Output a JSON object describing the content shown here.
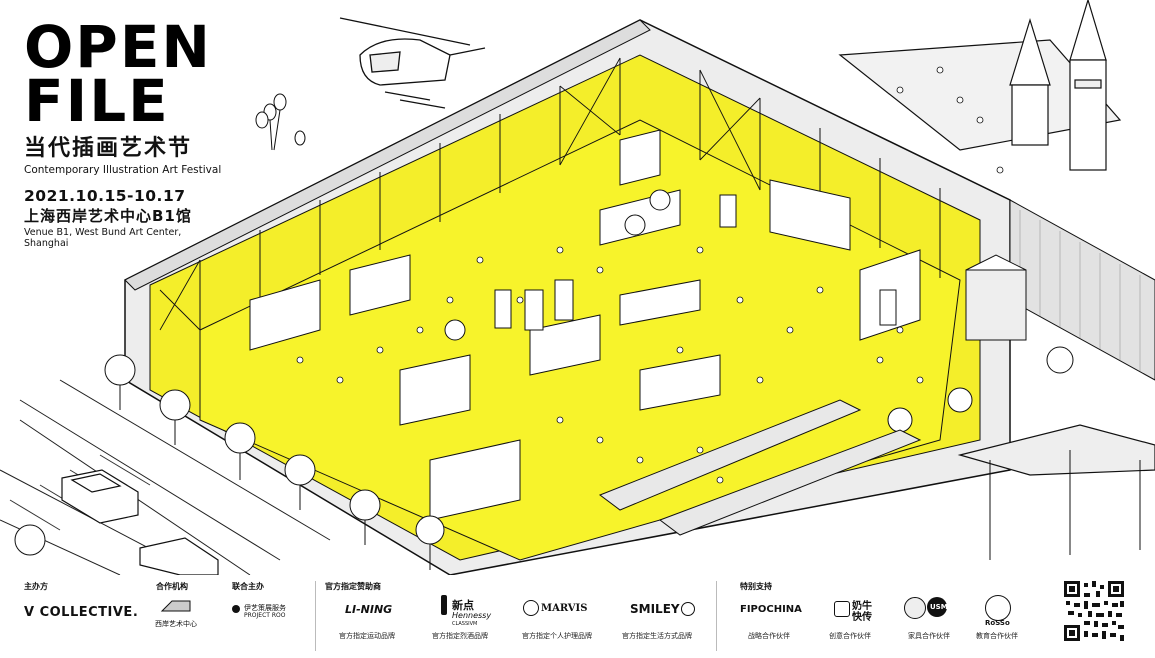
{
  "title": {
    "line1": "OPEN",
    "line2": "FILE",
    "cn": "当代插画艺术节",
    "en": "Contemporary Illustration Art Festival",
    "dates": "2021.10.15-10.17",
    "venue_cn": "上海西岸艺术中心B1馆",
    "venue_en": "Venue B1, West Bund Art Center, Shanghai"
  },
  "sponsors": {
    "organizer_label": "主办方",
    "organizer_logo": "V COLLECTIVE.",
    "partner_label": "合作机构",
    "partner_logo": "西岸艺术中心",
    "co_label": "联合主办",
    "co_logo_cn": "伊艺策展服务",
    "co_logo_en": "PROJECT ROO",
    "official_label": "官方指定赞助商",
    "lining": "LI-NING",
    "lining_cap": "官方指定运动品牌",
    "hennessy_cn": "新点",
    "hennessy": "Hennessy",
    "hennessy_sub": "CLASSIVM",
    "hennessy_cap": "官方指定烈酒品牌",
    "marvis": "MARVIS",
    "marvis_cap": "官方指定个人护理品牌",
    "smiley": "SMILEY",
    "smiley_cap": "官方指定生活方式品牌",
    "special_label": "特别支持",
    "fipochina": "FIPOCHINA",
    "fipochina_cap": "战略合作伙伴",
    "naiyou": "奶牛快传",
    "naiyou_cap": "创意合作伙伴",
    "usm": "USM",
    "usm_cap": "家具合作伙伴",
    "rosso": "RoSSo",
    "rosso_cap": "教育合作伙伴"
  },
  "colors": {
    "accent": "#f4ee2a",
    "ink": "#111111",
    "floor": "#f7f32b"
  }
}
